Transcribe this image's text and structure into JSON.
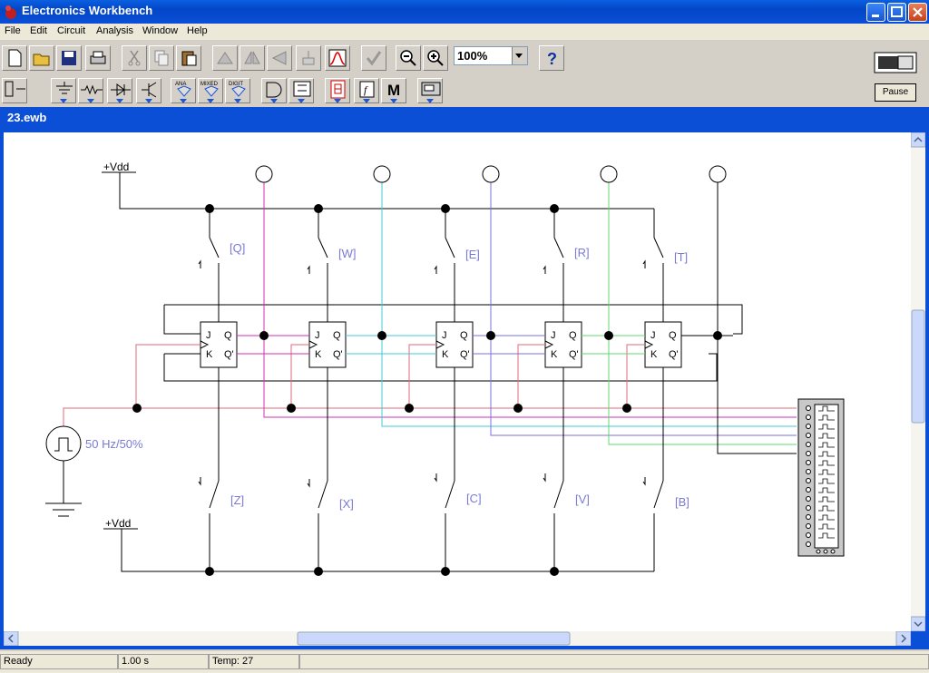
{
  "app": {
    "title": "Electronics Workbench"
  },
  "menu": [
    "File",
    "Edit",
    "Circuit",
    "Analysis",
    "Window",
    "Help"
  ],
  "toolbar": {
    "zoom_value": "100%",
    "pause_label": "Pause"
  },
  "document": {
    "title": "23.ewb"
  },
  "circuit": {
    "vdd_label": "+Vdd",
    "source_label": "50 Hz/50%",
    "top_switch_keys": [
      "[Q]",
      "[W]",
      "[E]",
      "[R]",
      "[T]"
    ],
    "bottom_switch_keys": [
      "[Z]",
      "[X]",
      "[C]",
      "[V]",
      "[B]"
    ],
    "ff_pins": {
      "j": "J",
      "k": "K",
      "q": "Q",
      "qbar": "Q'"
    },
    "wire_colors": {
      "clock": "#e06a78",
      "q1": "#d030b0",
      "q2": "#40c8d8",
      "q3": "#7a70e0",
      "q4": "#60d870",
      "q5": "#000000"
    }
  },
  "toolbar_buttons_row2_labels": {
    "analog": "ANA",
    "mixed": "MIXED",
    "digital": "DIGIT"
  },
  "status": {
    "state": "Ready",
    "time": "1.00 s",
    "temp": "Temp:  27"
  }
}
